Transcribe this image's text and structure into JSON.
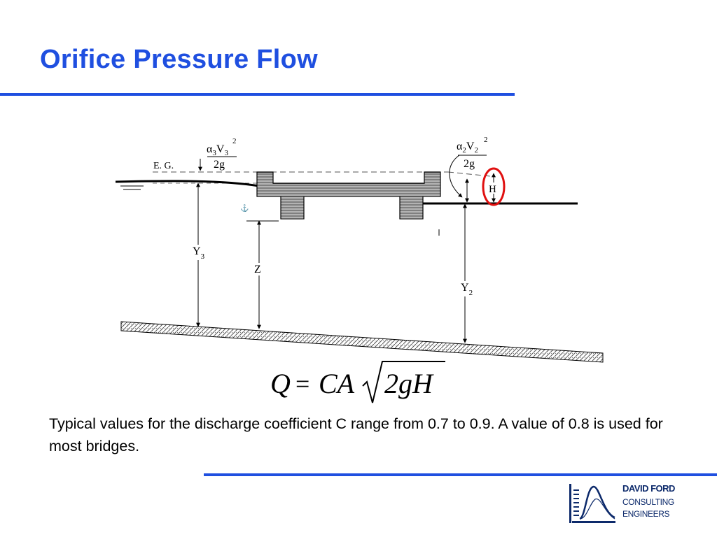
{
  "title": "Orifice Pressure Flow",
  "body_text": "Typical values for the discharge coefficient C range from 0.7 to 0.9.   A value of 0.8 is used for most bridges.",
  "diagram": {
    "energy_grade_label": "E. G.",
    "velocity_head_upstream": {
      "coef": "α",
      "coef_sub": "3",
      "var": "V",
      "var_sub": "3",
      "exp": "2",
      "denominator": "2g"
    },
    "velocity_head_downstream": {
      "coef": "α",
      "coef_sub": "2",
      "var": "V",
      "var_sub": "2",
      "exp": "2",
      "denominator": "2g"
    },
    "head_label": "H",
    "upstream_depth": {
      "var": "Y",
      "sub": "3"
    },
    "downstream_depth": {
      "var": "Y",
      "sub": "2"
    },
    "low_chord_label": "Z",
    "colors": {
      "head_highlight": "#e01010",
      "structure_hatch": "#000000"
    }
  },
  "equation": {
    "lhs": "Q",
    "eq": "=",
    "coef": "CA",
    "radicand": "2gH"
  },
  "logo": {
    "line1": "DAVID FORD",
    "line2": "CONSULTING",
    "line3": "ENGINEERS",
    "icon": "hydrograph-logo-icon",
    "color": "#0d2a6b"
  },
  "colors": {
    "accent": "#1f4fe0"
  }
}
